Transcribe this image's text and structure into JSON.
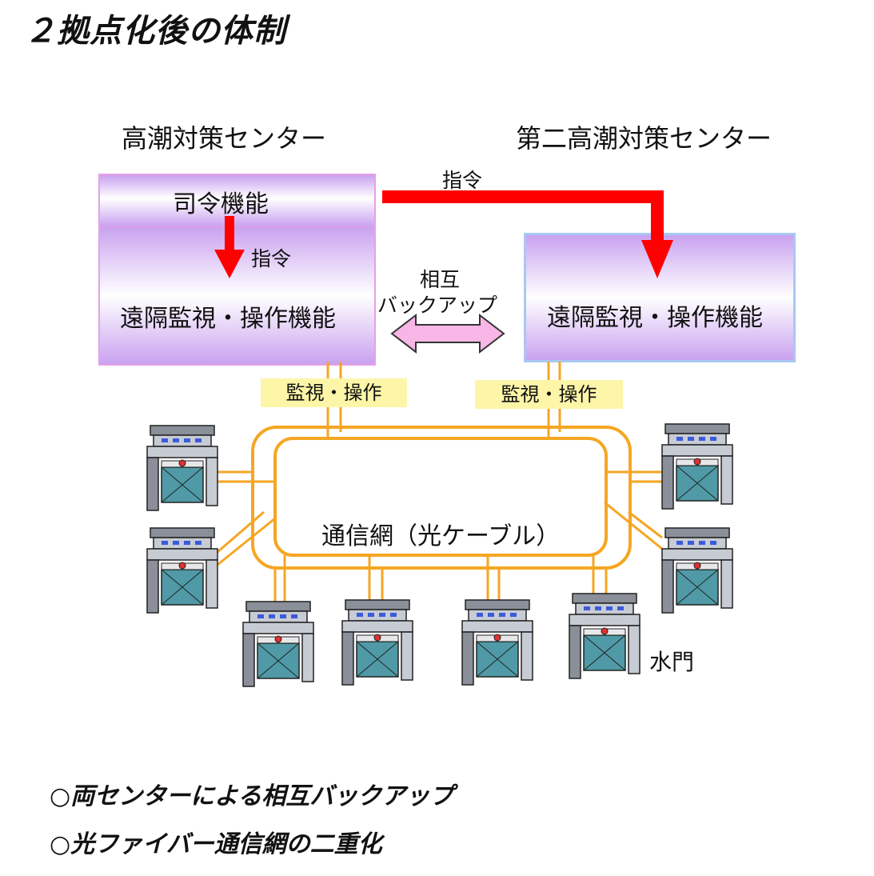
{
  "page_title": "２拠点化後の体制",
  "left_center": {
    "name": "高潮対策センター",
    "command_function": "司令機能",
    "command_label": "指令",
    "remote_function": "遠隔監視・操作機能"
  },
  "right_center": {
    "name": "第二高潮対策センター",
    "remote_function": "遠隔監視・操作機能"
  },
  "cross_command_label": "指令",
  "mutual_backup": {
    "line1": "相互",
    "line2": "バックアップ"
  },
  "monitor_left": "監視・操作",
  "monitor_right": "監視・操作",
  "network_label": "通信網（光ケーブル）",
  "gate_label": "水門",
  "notes": [
    "○両センターによる相互バックアップ",
    "○光ファイバー通信網の二重化"
  ],
  "colors": {
    "arrow_red": "#ff0000",
    "network_orange": "#f5a623",
    "backup_arrow_fill": "#f7b6e6",
    "box_gradient": "#c9a2f0",
    "label_bg": "#fdf6a8",
    "gate_water": "#4f9aa6"
  }
}
